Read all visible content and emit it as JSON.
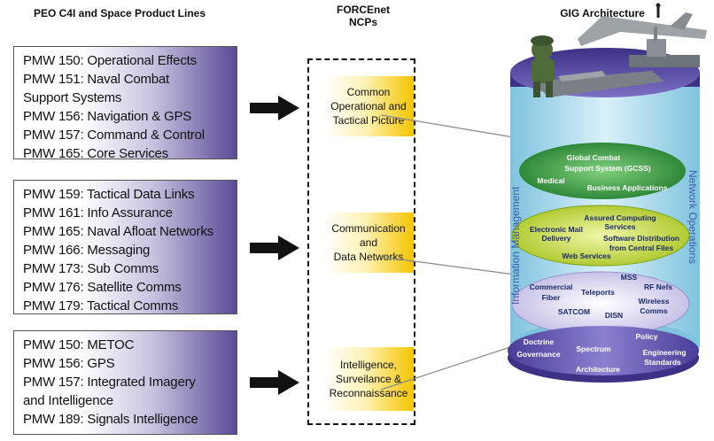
{
  "headers": {
    "product_lines": "PEO C4I and Space Product Lines",
    "ncps_line1": "FORCEnet",
    "ncps_line2": "NCPs",
    "gig": "GIG Architecture"
  },
  "product_groups": [
    {
      "lines": [
        "PMW 150: Operational Effects",
        "PMW 151: Naval Combat",
        "Support Systems",
        "PMW 156: Navigation & GPS",
        "PMW 157: Command & Control",
        "PMW 165: Core Services"
      ]
    },
    {
      "lines": [
        "PMW 159: Tactical Data Links",
        "PMW 161: Info Assurance",
        "PMW 165: Naval Afloat Networks",
        "PMW 166: Messaging",
        "PMW 173: Sub Comms",
        "PMW 176: Satellite Comms",
        "PMW 179: Tactical Comms"
      ]
    },
    {
      "lines": [
        "PMW 150: METOC",
        "PMW 156: GPS",
        "PMW 157: Integrated Imagery",
        "and Intelligence",
        "PMW 189: Signals Intelligence"
      ]
    }
  ],
  "ncps": [
    {
      "label": "Common\nOperational and\nTactical Picture"
    },
    {
      "label": "Communication\nand\nData Networks"
    },
    {
      "label": "Intelligence,\nSurveilance &\nReconnaissance"
    }
  ],
  "gig": {
    "side_left": "Information Management",
    "side_right": "Network Operations",
    "layer_apps": [
      "Global Combat",
      "Support System (GCSS)",
      "Medical",
      "Business Applications"
    ],
    "layer_services": [
      "Assured Computing",
      "Services",
      "Electronic Mail",
      "Delivery",
      "Software Distribution",
      "from Central Files",
      "Web Services"
    ],
    "layer_transport": [
      "MSS",
      "Commercial",
      "Fiber",
      "Teleports",
      "RF Nefs",
      "Wireless",
      "Comms",
      "SATCOM",
      "DISN"
    ],
    "layer_foundation": [
      "Doctrine",
      "Governance",
      "Spectrum",
      "Policy",
      "Architecture",
      "Engineering",
      "Standards"
    ]
  },
  "colors": {
    "pmw_gradient_end": "#5a4a96",
    "ncp_gradient_end": "#f4c400",
    "cylinder_body": "#a9d9ec",
    "cylinder_top": "#5b4fa0",
    "layer_apps": "#2f9a3e",
    "layer_services": "#c6dc3a",
    "layer_transport": "#d7d2ee",
    "layer_foundation": "#6a5fb0"
  }
}
